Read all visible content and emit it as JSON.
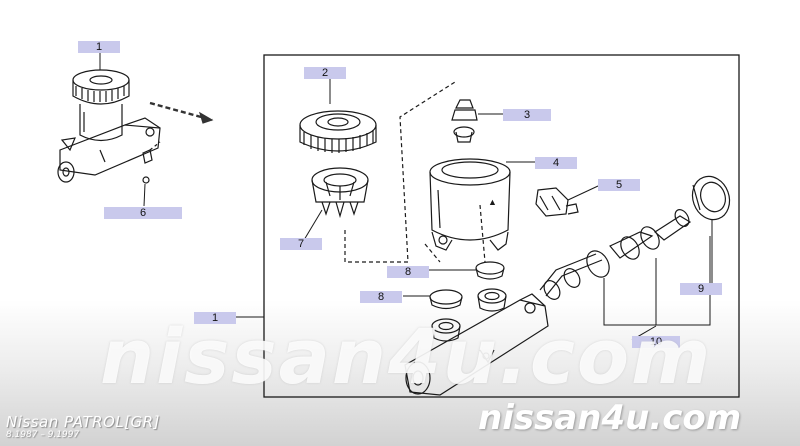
{
  "callouts": [
    {
      "id": "c1a",
      "label": "1"
    },
    {
      "id": "c2",
      "label": "2"
    },
    {
      "id": "c3",
      "label": "3"
    },
    {
      "id": "c4",
      "label": "4"
    },
    {
      "id": "c5",
      "label": "5"
    },
    {
      "id": "c6",
      "label": "6"
    },
    {
      "id": "c7",
      "label": "7"
    },
    {
      "id": "c8a",
      "label": "8"
    },
    {
      "id": "c8b",
      "label": "8"
    },
    {
      "id": "c1b",
      "label": "1"
    },
    {
      "id": "c9",
      "label": "9"
    },
    {
      "id": "c10",
      "label": "10"
    }
  ],
  "watermark": {
    "center": "nissan4u.com",
    "corner": "nissan4u.com"
  },
  "model": {
    "title": "Nissan PATROL[GR]",
    "dates": "8.1987 – 9.1997"
  },
  "colors": {
    "callout_bg": "#c9c9ec",
    "line": "#1a1a1a",
    "arrow": "#333333"
  }
}
